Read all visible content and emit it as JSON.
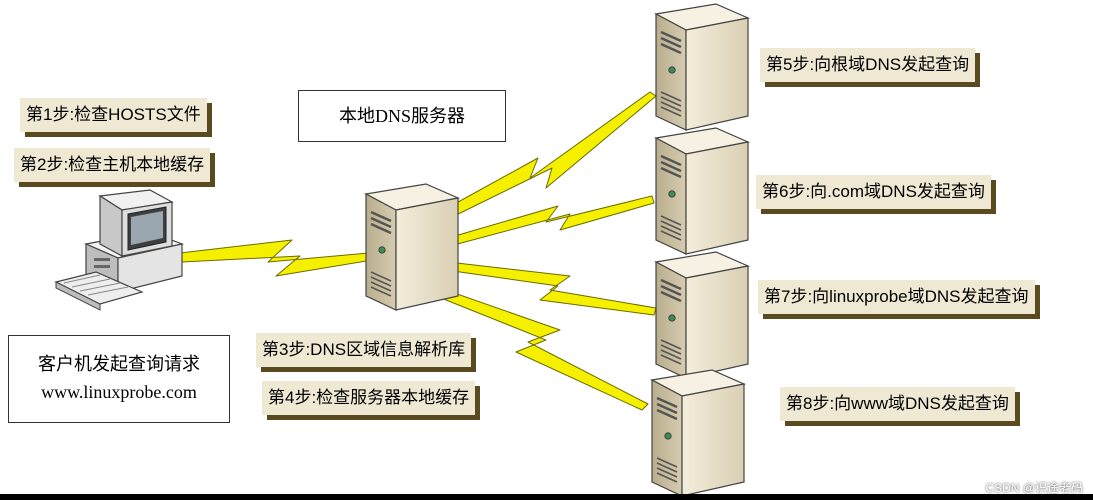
{
  "client": {
    "request_line1": "客户机发起查询请求",
    "request_line2": "www.linuxprobe.com",
    "step1": "第1步:检查HOSTS文件",
    "step2": "第2步:检查主机本地缓存"
  },
  "local_dns": {
    "title": "本地DNS服务器",
    "step3": "第3步:DNS区域信息解析库",
    "step4": "第4步:检查服务器本地缓存"
  },
  "remote_steps": [
    "第5步:向根域DNS发起查询",
    "第6步:向.com域DNS发起查询",
    "第7步:向linuxprobe域DNS发起查询",
    "第8步:向www域DNS发起查询"
  ],
  "watermark": "CSDN @识途老码",
  "colors": {
    "label_bg": "#efe9d4",
    "label_shadow": "#5b4a1f",
    "lightning": "#f5f000",
    "server_face": "#e4dcc4",
    "server_side": "#c9bfa2"
  }
}
